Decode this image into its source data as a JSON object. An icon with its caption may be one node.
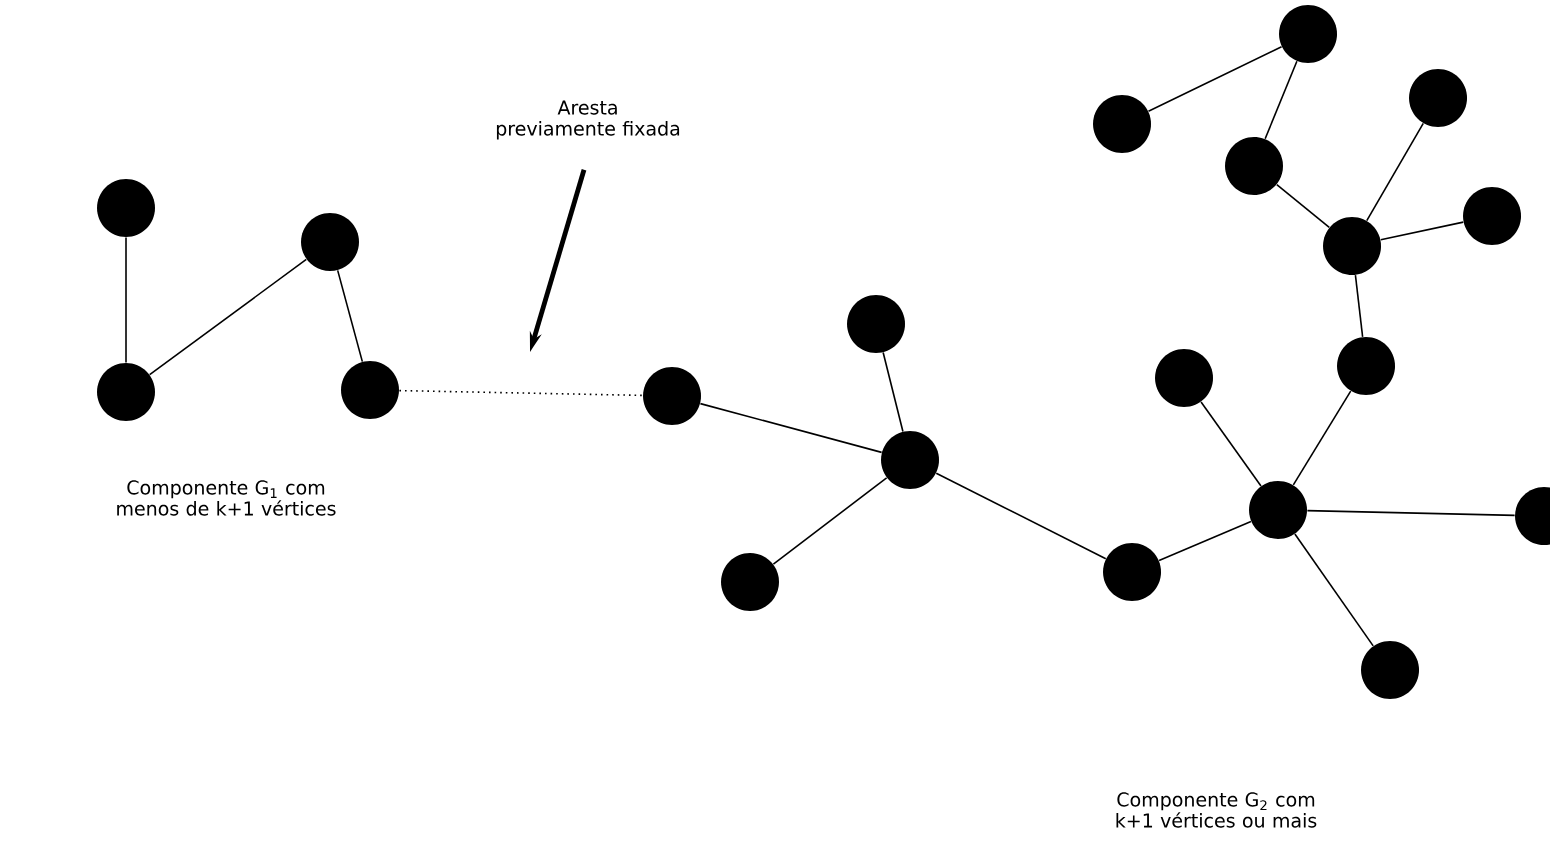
{
  "diagram": {
    "nodes": [
      {
        "text": [],
        "shape": "circle"
      },
      {
        "text": [],
        "shape": "circle"
      },
      {
        "text": [],
        "shape": "circle"
      },
      {
        "text": [],
        "shape": "circle"
      },
      {
        "text": [],
        "shape": "circle"
      },
      {
        "text": [],
        "shape": "circle"
      },
      {
        "text": [],
        "shape": "circle"
      },
      {
        "text": [],
        "shape": "circle"
      },
      {
        "text": [],
        "shape": "circle"
      },
      {
        "text": [],
        "shape": "circle"
      },
      {
        "text": [],
        "shape": "circle"
      },
      {
        "text": [],
        "shape": "circle"
      },
      {
        "text": [],
        "shape": "circle"
      },
      {
        "text": [],
        "shape": "circle"
      },
      {
        "text": [],
        "shape": "circle"
      },
      {
        "text": [],
        "shape": "circle"
      },
      {
        "text": [],
        "shape": "circle"
      },
      {
        "text": [],
        "shape": "circle"
      },
      {
        "text": [],
        "shape": "circle"
      },
      {
        "text": [],
        "shape": "circle"
      },
      {
        "text": [
          "Aresta previamente fixada"
        ]
      }
    ],
    "edges": [
      {
        "from": 0,
        "to": 2,
        "arrow": "none"
      },
      {
        "from": 2,
        "to": 1,
        "arrow": "none"
      },
      {
        "from": 1,
        "to": 3,
        "arrow": "none"
      },
      {
        "from": 3,
        "to": 4,
        "arrow": "none",
        "style": "dashed"
      },
      {
        "from": 4,
        "to": 6,
        "arrow": "none"
      },
      {
        "from": 5,
        "to": 6,
        "arrow": "none"
      },
      {
        "from": 7,
        "to": 6,
        "arrow": "none"
      },
      {
        "from": 6,
        "to": 8,
        "arrow": "none"
      },
      {
        "from": 8,
        "to": 9,
        "arrow": "none"
      },
      {
        "from": 10,
        "to": 9,
        "arrow": "none"
      },
      {
        "from": 9,
        "to": 11,
        "arrow": "none"
      },
      {
        "from": 11,
        "to": 12,
        "arrow": "none"
      },
      {
        "from": 12,
        "to": 13,
        "arrow": "none"
      },
      {
        "from": 13,
        "to": 14,
        "arrow": "none"
      },
      {
        "from": 14,
        "to": 15,
        "arrow": "none"
      },
      {
        "from": 12,
        "to": 16,
        "arrow": "none"
      },
      {
        "from": 12,
        "to": 17,
        "arrow": "none"
      },
      {
        "from": 9,
        "to": 18,
        "arrow": "none"
      },
      {
        "from": 9,
        "to": 19,
        "arrow": "none"
      },
      {
        "from": 20,
        "to": null,
        "arrow": "to",
        "style": "thick"
      }
    ],
    "labels": [
      "Componente G$_{1}$ com menos de k+1 vértices",
      "Componente G$_{2}$ com k+1 vértices ou mais"
    ]
  }
}
